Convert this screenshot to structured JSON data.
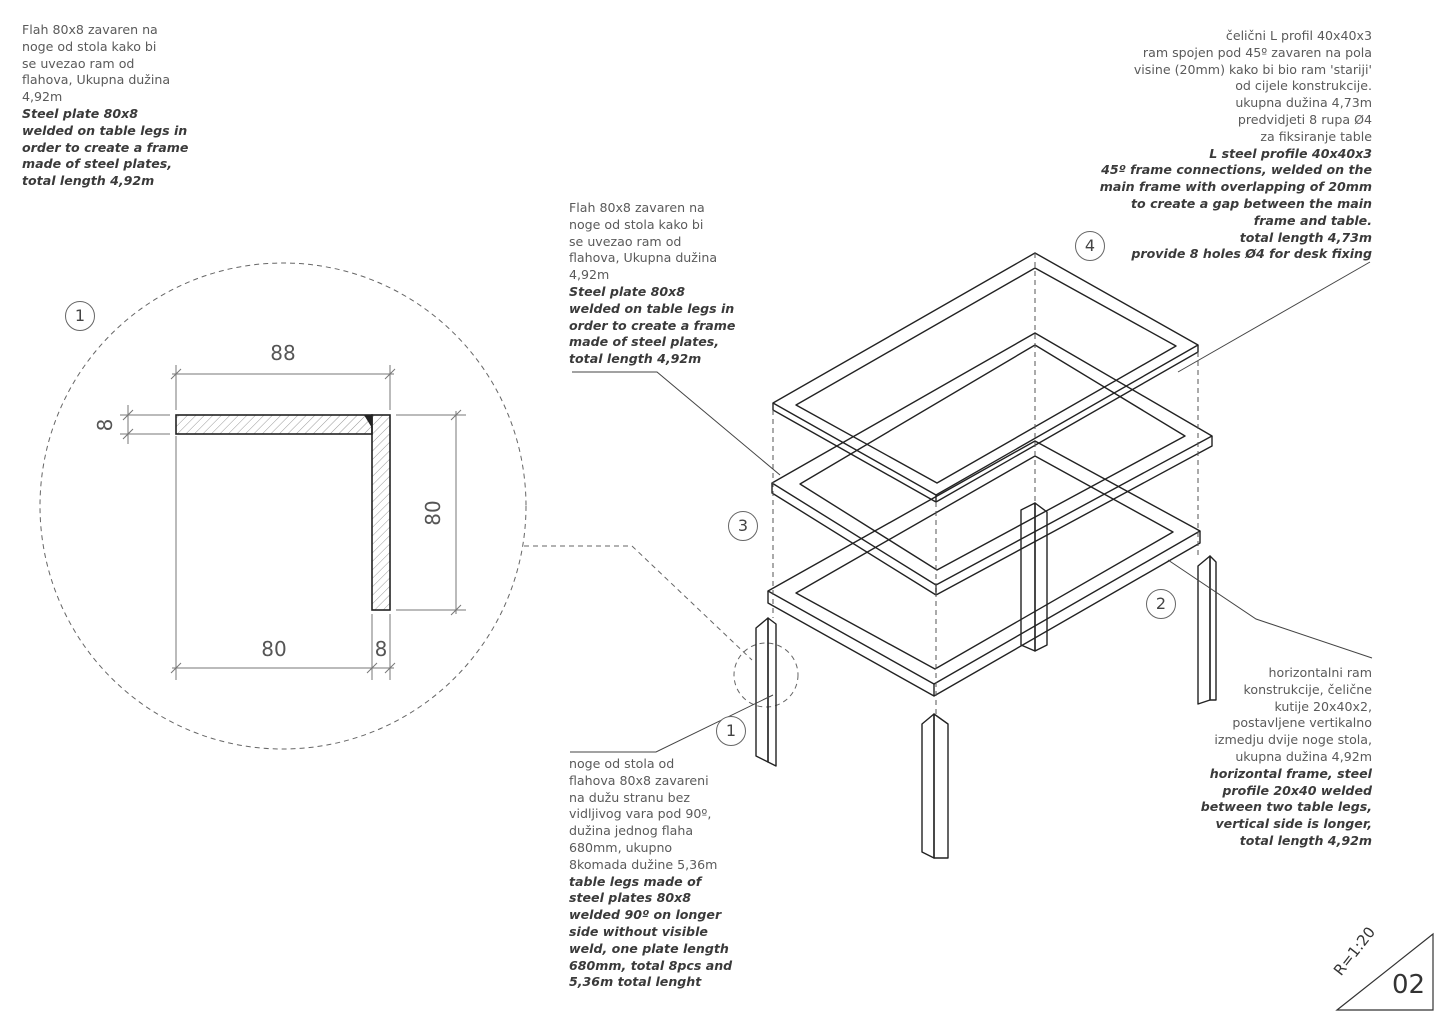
{
  "notes": {
    "top_left": {
      "bs": "Flah 80x8 zavaren na\nnoge od stola kako bi\nse uvezao ram od\nflahova, Ukupna dužina\n4,92m",
      "en": "Steel plate 80x8\nwelded on table legs in\norder to create a frame\nmade of steel plates,\ntotal length 4,92m"
    },
    "middle": {
      "bs": "Flah 80x8 zavaren na\nnoge od stola kako bi\nse uvezao ram od\nflahova, Ukupna dužina\n4,92m",
      "en": "Steel plate 80x8\nwelded on table legs in\norder to create a frame\nmade of steel plates,\ntotal length 4,92m"
    },
    "top_right": {
      "bs": "čelični L profil 40x40x3\nram spojen pod 45º zavaren na pola\nvisine (20mm) kako bi bio ram 'stariji'\nod cijele konstrukcije.\nukupna dužina 4,73m\npredvidjeti 8 rupa Ø4\nza fiksiranje table",
      "en": "L steel profile 40x40x3\n45º frame connections, welded on the\nmain frame with overlapping of 20mm\nto create a gap between the main\nframe and table.\ntotal length 4,73m\nprovide 8 holes Ø4 for desk fixing"
    },
    "bottom_middle": {
      "bs": "noge od stola od\nflahova 80x8 zavareni\nna dužu stranu bez\nvidljivog vara pod 90º,\ndužina jednog flaha\n680mm, ukupno\n8komada dužine 5,36m",
      "en": "table legs made of\nsteel plates 80x8\nwelded 90º on longer\nside without visible\nweld, one plate length\n680mm, total 8pcs and\n5,36m total lenght"
    },
    "bottom_right": {
      "bs": "horizontalni ram\nkonstrukcije, čelične\nkutije 20x40x2,\npostavljene vertikalno\nizmedju dvije noge stola,\nukupna dužina 4,92m",
      "en": "horizontal frame, steel\nprofile 20x40 welded\nbetween two table legs,\nvertical side is longer,\ntotal length 4,92m"
    }
  },
  "callouts": {
    "detail": "1",
    "leg": "1",
    "horizontal_frame": "2",
    "plate_frame": "3",
    "l_frame": "4"
  },
  "dimensions": {
    "top_width": "88",
    "thickness": "8",
    "height": "80",
    "bottom_width": "80",
    "bottom_thickness": "8"
  },
  "sheet": {
    "scale": "R=1:20",
    "number": "02"
  }
}
